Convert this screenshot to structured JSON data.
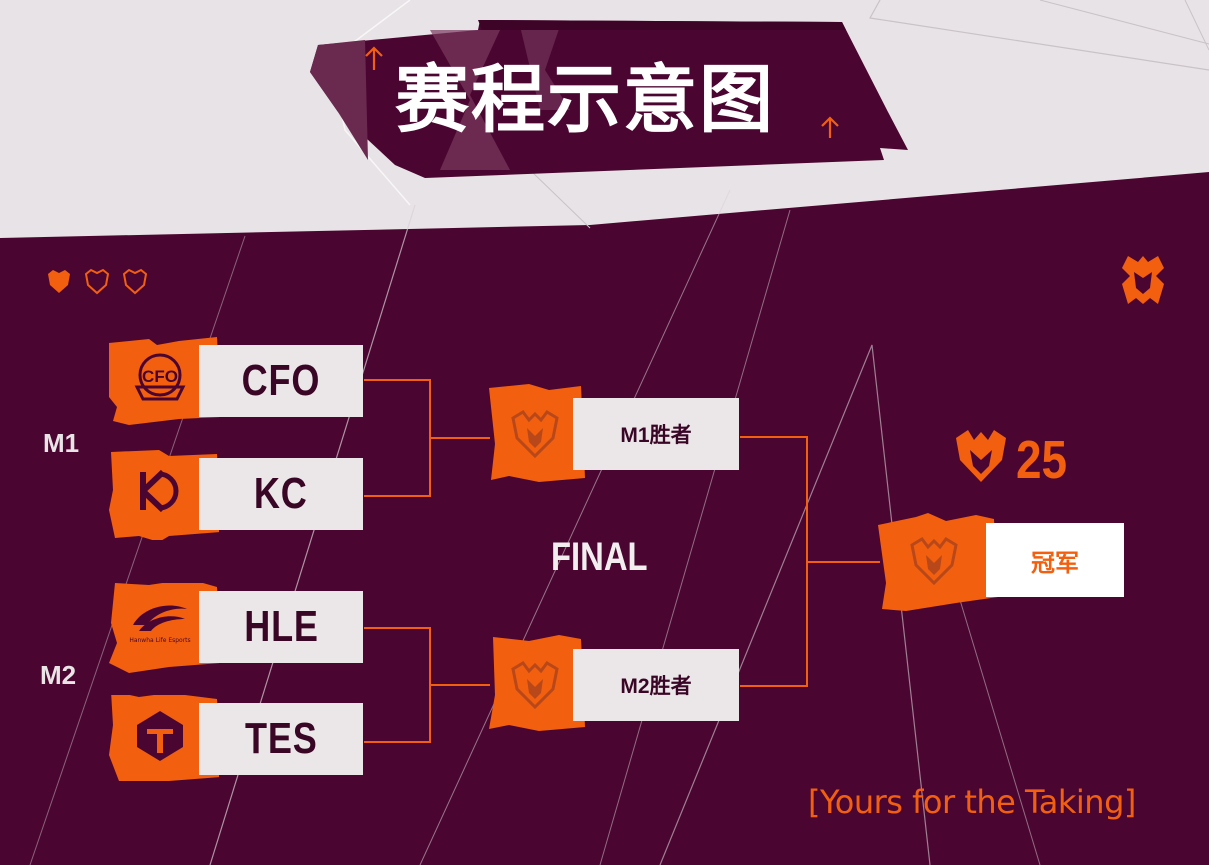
{
  "title": "赛程示意图",
  "colors": {
    "background": "#4a0630",
    "accent": "#f2600f",
    "light": "#ebe7e9",
    "text_dark": "#3a0626"
  },
  "header_icons": [
    "shield-filled-icon",
    "shield-outline-icon",
    "shield-outline-icon"
  ],
  "brand_logo_icon": "hexagon-brand-logo-icon",
  "rounds": [
    {
      "label": "M1",
      "teams": [
        {
          "name": "CFO",
          "logo_icon": "cfo-team-logo-icon"
        },
        {
          "name": "KC",
          "logo_icon": "kc-team-logo-icon"
        }
      ]
    },
    {
      "label": "M2",
      "teams": [
        {
          "name": "HLE",
          "logo_icon": "hle-team-logo-icon",
          "logo_text": "Hanwha Life Esports"
        },
        {
          "name": "TES",
          "logo_icon": "tes-team-logo-icon"
        }
      ]
    }
  ],
  "final_label": "FINAL",
  "semis": [
    {
      "label": "M1胜者",
      "icon": "trophy-crest-icon"
    },
    {
      "label": "M2胜者",
      "icon": "trophy-crest-icon"
    }
  ],
  "champion": {
    "label": "冠军",
    "icon": "trophy-crest-icon"
  },
  "season": {
    "number": "25",
    "icon": "tournament-crest-icon"
  },
  "slogan": "[Yours for the Taking]"
}
